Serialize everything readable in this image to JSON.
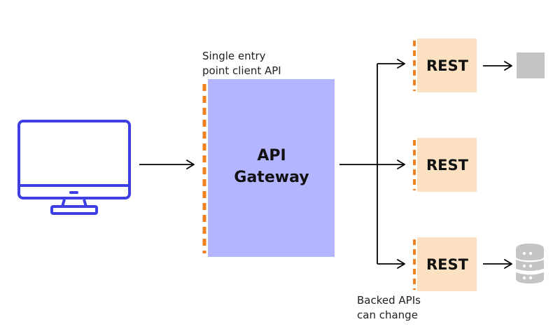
{
  "gateway": {
    "line1": "API",
    "line2": "Gateway",
    "note_line1": "Single entry",
    "note_line2": "point client API"
  },
  "services": [
    {
      "label": "REST",
      "backend_icon": "storage-box-icon"
    },
    {
      "label": "REST",
      "backend_icon": ""
    },
    {
      "label": "REST",
      "backend_icon": "database-icon"
    }
  ],
  "backend_note": {
    "line1": "Backed APIs",
    "line2": "can change"
  },
  "icons": {
    "client": "monitor-icon"
  },
  "colors": {
    "gateway_fill": "#b3b6ff",
    "service_fill": "#fbe1c2",
    "dashed_border": "#f0811f",
    "monitor": "#3d3fe3",
    "arrow": "#000000",
    "backend_gray": "#c4c4c4"
  }
}
